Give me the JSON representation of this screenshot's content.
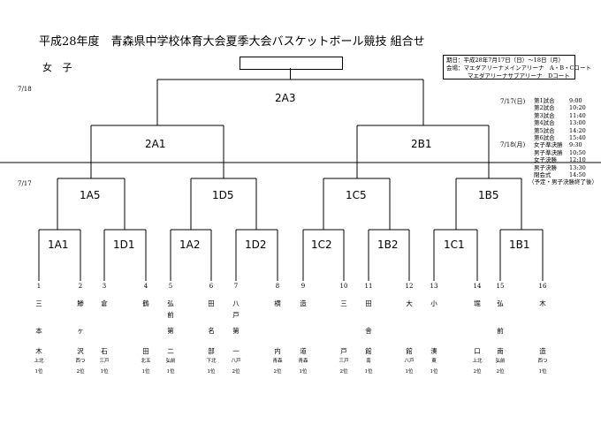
{
  "title": "平成28年度　青森県中学校体育大会夏季大会バスケットボール競技 組合せ",
  "category": "女 子",
  "info": {
    "period": "期日：平成28年7月17日（日）～18日（月）",
    "venue1": "会場：マエダアリーナメインアリーナ　A・B・Cコート",
    "venue2": "マエダアリーナサブアリーナ　Dコート"
  },
  "dates": {
    "day1": "7/18",
    "day2": "7/17",
    "sched_day2": "7/17(日)",
    "sched_day1": "7/18(月)"
  },
  "games": {
    "final": "2A3",
    "semi_left": "2A1",
    "semi_right": "2B1",
    "qf1": "1A5",
    "qf2": "1D5",
    "qf3": "1C5",
    "qf4": "1B5",
    "r1_1": "1A1",
    "r1_2": "1D1",
    "r1_3": "1A2",
    "r1_4": "1D2",
    "r1_5": "1C2",
    "r1_6": "1B2",
    "r1_7": "1C1",
    "r1_8": "1B1"
  },
  "schedule": [
    {
      "label": "第1試合",
      "time": "9:00"
    },
    {
      "label": "第2試合",
      "time": "10:20"
    },
    {
      "label": "第3試合",
      "time": "11:40"
    },
    {
      "label": "第4試合",
      "time": "13:00"
    },
    {
      "label": "第5試合",
      "time": "14:20"
    },
    {
      "label": "第6試合",
      "time": "15:40"
    },
    {
      "label": "女子準決勝",
      "time": "9:30"
    },
    {
      "label": "男子準決勝",
      "time": "10:50"
    },
    {
      "label": "女子決勝",
      "time": "12:10"
    },
    {
      "label": "男子決勝",
      "time": "13:30"
    },
    {
      "label": "閉会式",
      "time": "14:50"
    }
  ],
  "schedule_note": "（予定・男子決勝終了後）",
  "teams": [
    {
      "num": "1",
      "chars": [
        "三",
        "本",
        "木"
      ],
      "region": "上北",
      "rank": "1位"
    },
    {
      "num": "2",
      "chars": [
        "鯵",
        "ヶ",
        "沢"
      ],
      "region": "西つ",
      "rank": "2位"
    },
    {
      "num": "3",
      "chars": [
        "倉",
        "",
        "石"
      ],
      "region": "三戸",
      "rank": "1位"
    },
    {
      "num": "4",
      "chars": [
        "鶴",
        "",
        "田"
      ],
      "region": "北五",
      "rank": "1位"
    },
    {
      "num": "5",
      "chars": [
        "弘",
        "前",
        "第",
        "二"
      ],
      "region": "弘前",
      "rank": "1位"
    },
    {
      "num": "6",
      "chars": [
        "田",
        "名",
        "部"
      ],
      "region": "下北",
      "rank": "1位"
    },
    {
      "num": "7",
      "chars": [
        "八",
        "戸",
        "第",
        "一"
      ],
      "region": "八戸",
      "rank": "2位"
    },
    {
      "num": "8",
      "chars": [
        "横",
        "",
        "内"
      ],
      "region": "青森",
      "rank": "2位"
    },
    {
      "num": "9",
      "chars": [
        "造",
        "",
        "道"
      ],
      "region": "青森",
      "rank": "1位"
    },
    {
      "num": "10",
      "chars": [
        "三",
        "",
        "戸"
      ],
      "region": "三戸",
      "rank": "2位"
    },
    {
      "num": "11",
      "chars": [
        "田",
        "舎",
        "館"
      ],
      "region": "南",
      "rank": "1位"
    },
    {
      "num": "12",
      "chars": [
        "大",
        "",
        "館"
      ],
      "region": "八戸",
      "rank": "1位"
    },
    {
      "num": "13",
      "chars": [
        "小",
        "",
        "湊"
      ],
      "region": "東",
      "rank": "1位"
    },
    {
      "num": "14",
      "chars": [
        "堀",
        "",
        "口"
      ],
      "region": "上北",
      "rank": "2位"
    },
    {
      "num": "15",
      "chars": [
        "弘",
        "前",
        "南"
      ],
      "region": "弘前",
      "rank": "2位"
    },
    {
      "num": "16",
      "chars": [
        "木",
        "",
        "造"
      ],
      "region": "西つ",
      "rank": "1位"
    }
  ]
}
